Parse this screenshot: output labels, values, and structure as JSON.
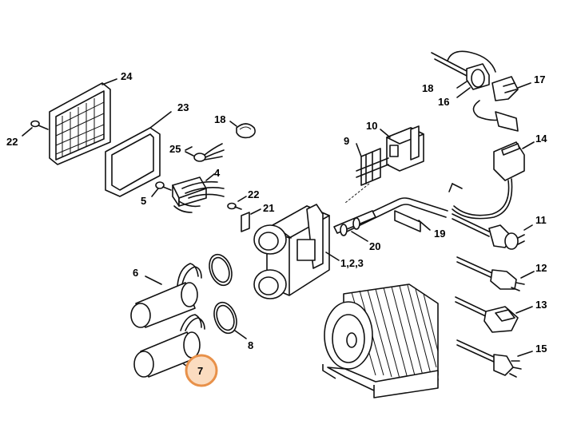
{
  "callouts": [
    {
      "number": "24"
    },
    {
      "number": "23"
    },
    {
      "number": "22"
    },
    {
      "number": "18"
    },
    {
      "number": "25"
    },
    {
      "number": "4"
    },
    {
      "number": "5"
    },
    {
      "number": "22"
    },
    {
      "number": "21"
    },
    {
      "number": "10"
    },
    {
      "number": "9"
    },
    {
      "number": "18"
    },
    {
      "number": "16"
    },
    {
      "number": "17"
    },
    {
      "number": "14"
    },
    {
      "number": "11"
    },
    {
      "number": "19"
    },
    {
      "number": "20"
    },
    {
      "number": "1,2,3"
    },
    {
      "number": "6"
    },
    {
      "number": "8"
    },
    {
      "number": "12"
    },
    {
      "number": "13"
    },
    {
      "number": "15"
    },
    {
      "number": "7"
    }
  ],
  "highlight": {
    "callout_index": 24,
    "ring_color": "#e8914a",
    "fill_color": "#fbdcc0"
  },
  "colors": {
    "line": "#111111",
    "background": "#ffffff"
  }
}
